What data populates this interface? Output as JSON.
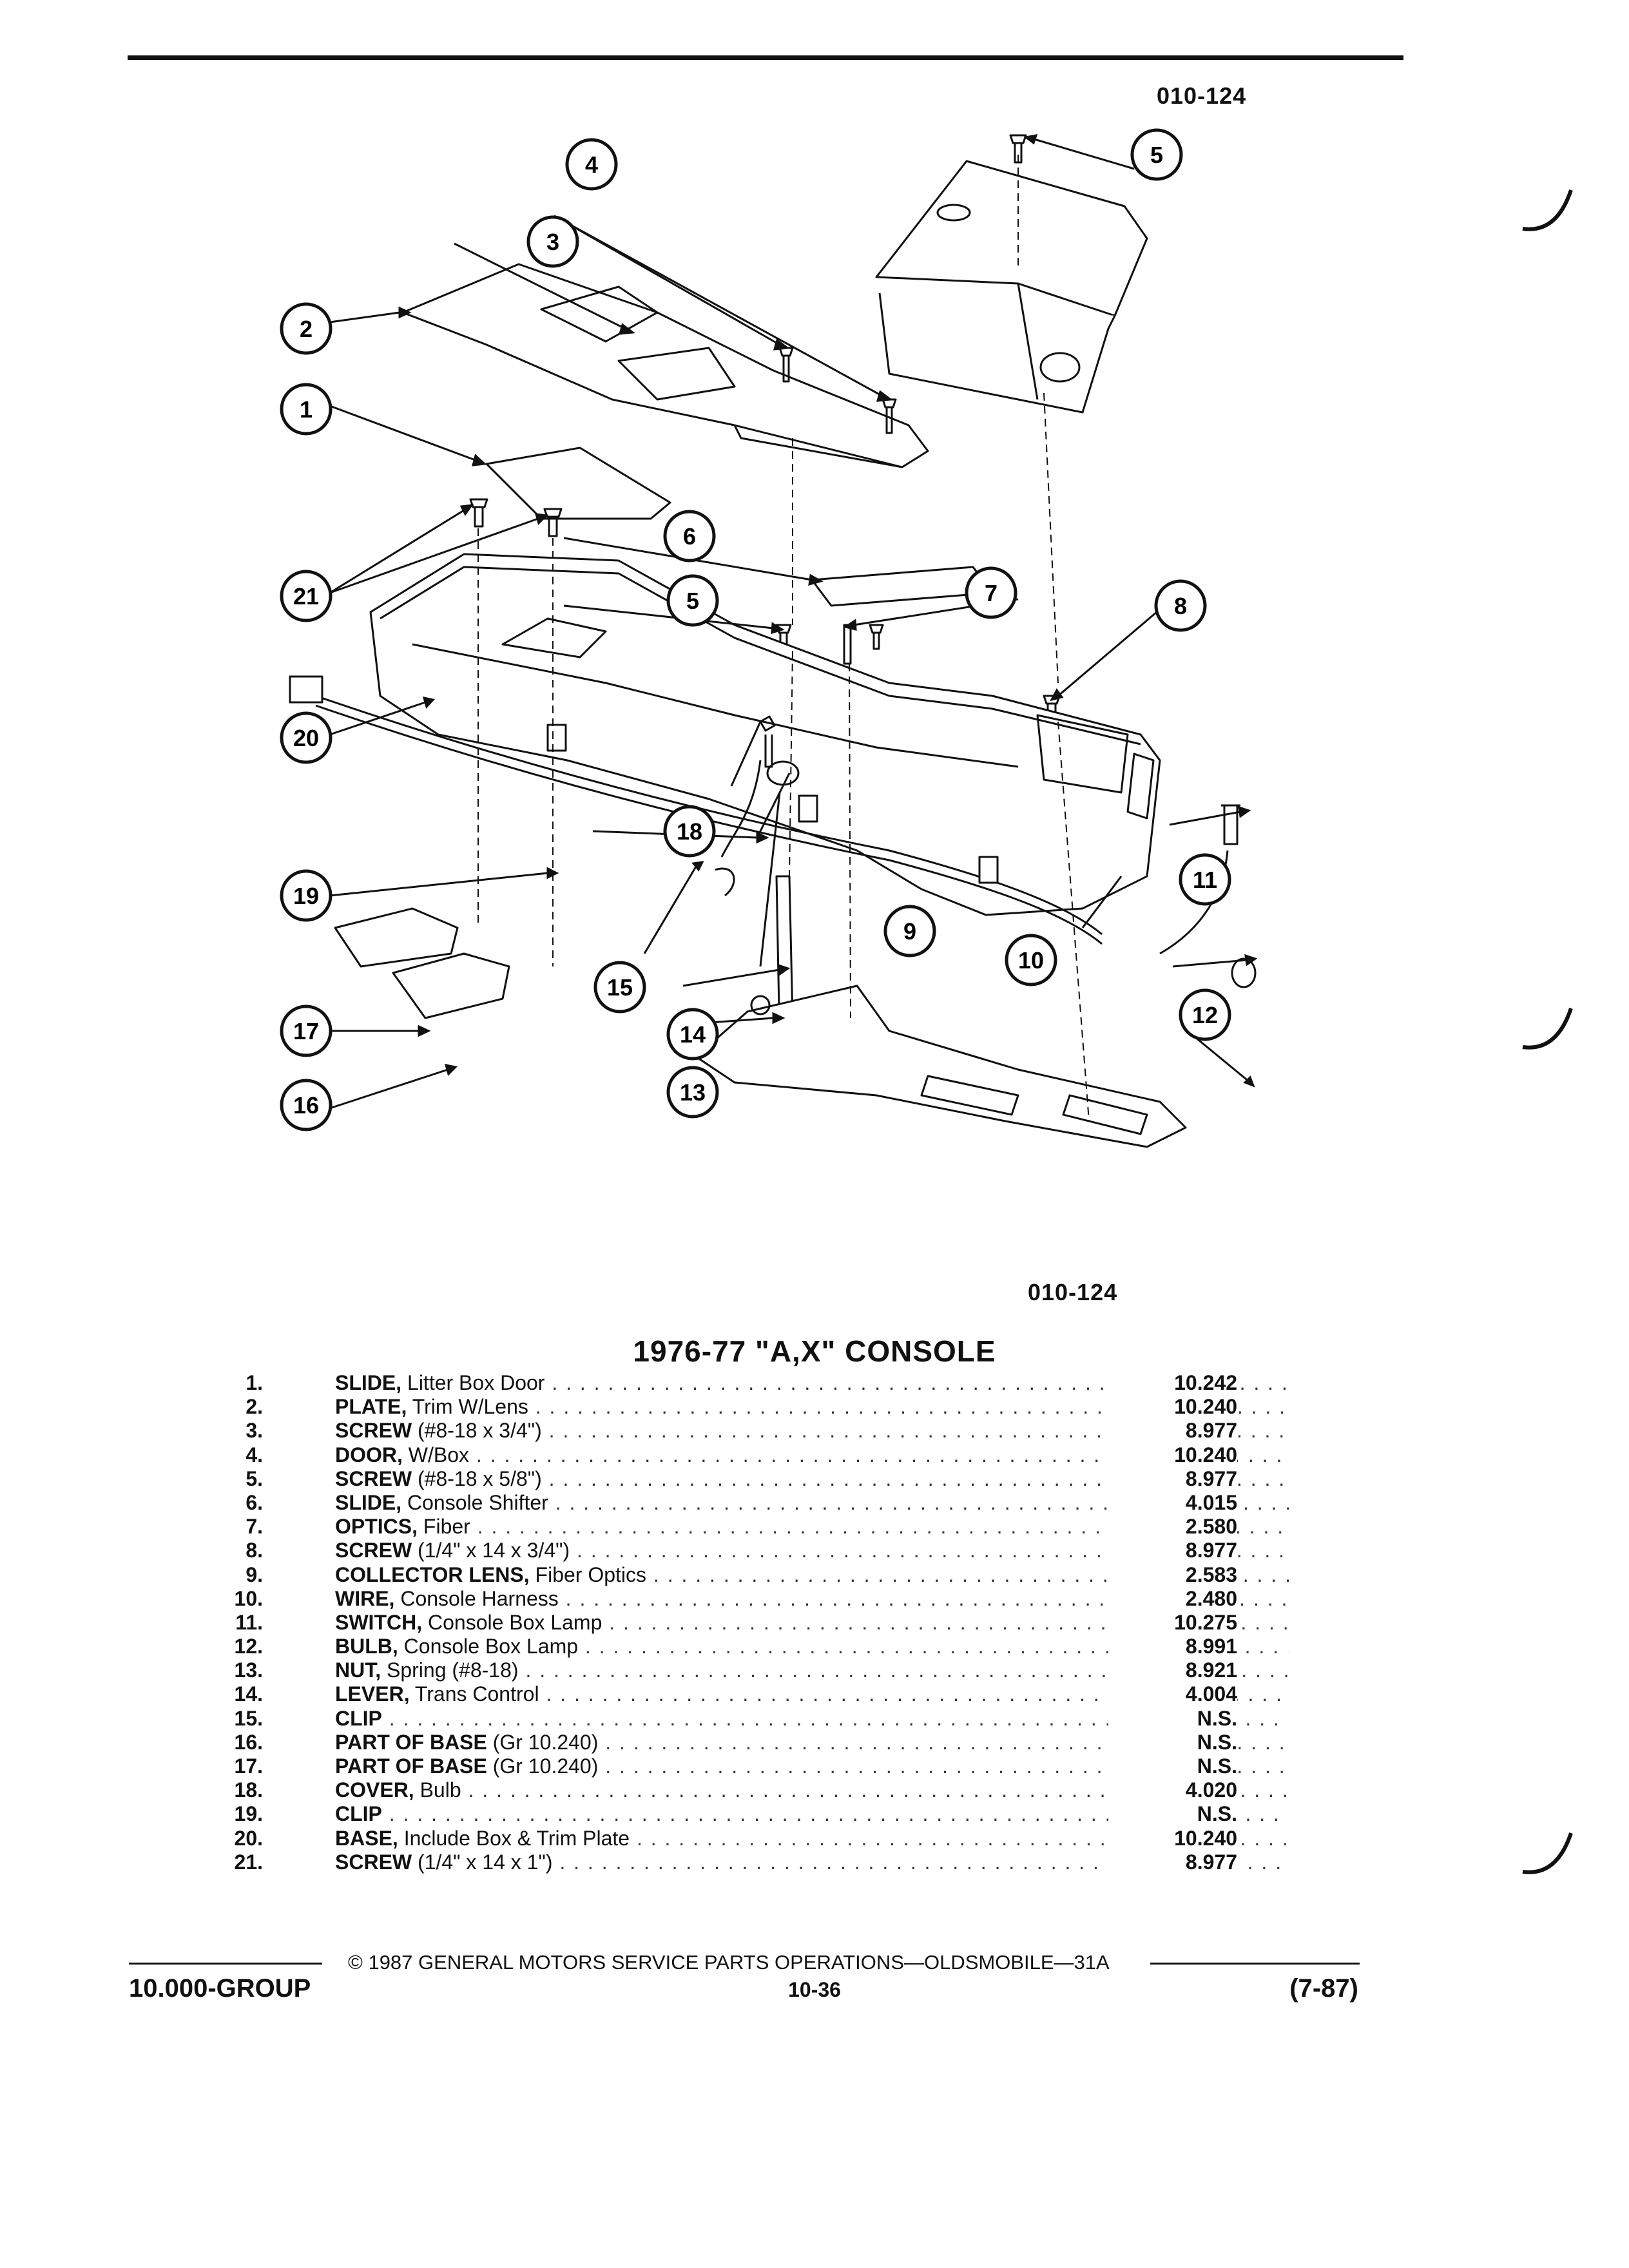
{
  "figure_code_top": "010-124",
  "figure_code_bottom": "010-124",
  "title": "1976-77 \"A,X\" CONSOLE",
  "callouts": [
    "1",
    "2",
    "3",
    "4",
    "5",
    "5",
    "6",
    "7",
    "8",
    "9",
    "10",
    "11",
    "12",
    "13",
    "14",
    "15",
    "16",
    "17",
    "18",
    "19",
    "20",
    "21"
  ],
  "parts": [
    {
      "num": "1.",
      "name": "SLIDE,",
      "desc": " Litter Box Door",
      "group": "10.242"
    },
    {
      "num": "2.",
      "name": "PLATE,",
      "desc": " Trim W/Lens",
      "group": "10.240"
    },
    {
      "num": "3.",
      "name": "SCREW",
      "desc": " (#8-18 x 3/4\")",
      "group": "8.977"
    },
    {
      "num": "4.",
      "name": "DOOR,",
      "desc": " W/Box",
      "group": "10.240"
    },
    {
      "num": "5.",
      "name": "SCREW",
      "desc": " (#8-18 x 5/8\")",
      "group": "8.977"
    },
    {
      "num": "6.",
      "name": "SLIDE,",
      "desc": " Console Shifter",
      "group": "4.015"
    },
    {
      "num": "7.",
      "name": "OPTICS,",
      "desc": " Fiber",
      "group": "2.580"
    },
    {
      "num": "8.",
      "name": "SCREW",
      "desc": " (1/4\" x 14 x 3/4\")",
      "group": "8.977"
    },
    {
      "num": "9.",
      "name": "COLLECTOR LENS,",
      "desc": " Fiber Optics",
      "group": "2.583"
    },
    {
      "num": "10.",
      "name": "WIRE,",
      "desc": " Console Harness",
      "group": "2.480"
    },
    {
      "num": "11.",
      "name": "SWITCH,",
      "desc": " Console Box Lamp",
      "group": "10.275"
    },
    {
      "num": "12.",
      "name": "BULB,",
      "desc": " Console Box Lamp",
      "group": "8.991"
    },
    {
      "num": "13.",
      "name": "NUT,",
      "desc": " Spring (#8-18)",
      "group": "8.921"
    },
    {
      "num": "14.",
      "name": "LEVER,",
      "desc": " Trans Control",
      "group": "4.004"
    },
    {
      "num": "15.",
      "name": "CLIP",
      "desc": "",
      "group": "N.S."
    },
    {
      "num": "16.",
      "name": "PART OF BASE",
      "desc": " (Gr 10.240)",
      "group": "N.S."
    },
    {
      "num": "17.",
      "name": "PART OF BASE",
      "desc": " (Gr 10.240)",
      "group": "N.S."
    },
    {
      "num": "18.",
      "name": "COVER,",
      "desc": " Bulb",
      "group": "4.020"
    },
    {
      "num": "19.",
      "name": "CLIP",
      "desc": "",
      "group": "N.S."
    },
    {
      "num": "20.",
      "name": "BASE,",
      "desc": " Include Box & Trim Plate",
      "group": "10.240"
    },
    {
      "num": "21.",
      "name": "SCREW",
      "desc": " (1/4\" x 14 x 1\")",
      "group": "8.977"
    }
  ],
  "footer": {
    "copyright": "© 1987 GENERAL MOTORS SERVICE PARTS OPERATIONS—OLDSMOBILE—31A",
    "group": "10.000-GROUP",
    "page": "10-36",
    "date": "(7-87)"
  }
}
